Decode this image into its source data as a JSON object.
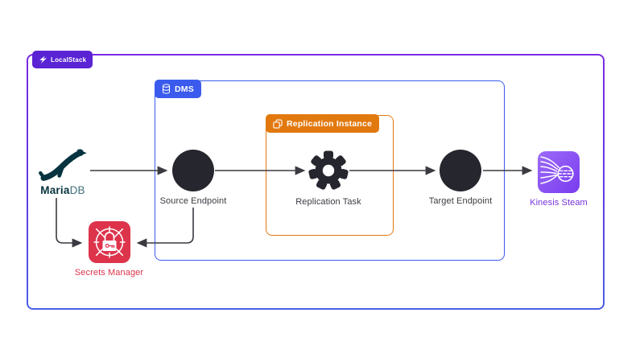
{
  "diagram": {
    "containers": {
      "localstack": {
        "label": "LocalStack"
      },
      "dms": {
        "label": "DMS"
      },
      "replication_instance": {
        "label": "Replication Instance"
      }
    },
    "nodes": {
      "mariadb": {
        "label_primary": "Maria",
        "label_secondary": "DB"
      },
      "source_endpoint": {
        "label": "Source Endpoint"
      },
      "replication_task": {
        "label": "Replication Task"
      },
      "target_endpoint": {
        "label": "Target Endpoint"
      },
      "kinesis_stream": {
        "label": "Kinesis Steam"
      },
      "secrets_manager": {
        "label": "Secrets Manager"
      }
    },
    "edges": [
      {
        "from": "mariadb",
        "to": "source_endpoint"
      },
      {
        "from": "source_endpoint",
        "to": "replication_task"
      },
      {
        "from": "replication_task",
        "to": "target_endpoint"
      },
      {
        "from": "target_endpoint",
        "to": "kinesis_stream"
      },
      {
        "from": "mariadb",
        "to": "secrets_manager"
      },
      {
        "from": "source_endpoint",
        "to": "secrets_manager"
      }
    ],
    "icons": {
      "localstack_logo": "localstack-swoosh",
      "dms_badge": "database-cylinder",
      "replication_instance_badge": "stacked-instances",
      "replication_task": "gear",
      "kinesis_stream": "streams-into-globe",
      "secrets_manager": "lock-with-key-reticle",
      "mariadb": "sea-lion"
    },
    "colors": {
      "outer_border_top": "#7a2ae2",
      "outer_border_bottom": "#4a5fe4",
      "localstack_badge_bg": "#5a23d3",
      "dms_blue": "#3b5bee",
      "replication_orange": "#e2790f",
      "node_dark": "#26262e",
      "arrow": "#3a3a41",
      "secrets_red": "#dd344c",
      "kinesis_purple_light": "#9c6bf8",
      "kinesis_purple_dark": "#7a3bef",
      "kinesis_label": "#7533da",
      "mariadb_navy": "#06333f",
      "label_gray": "#3b3b42"
    }
  }
}
